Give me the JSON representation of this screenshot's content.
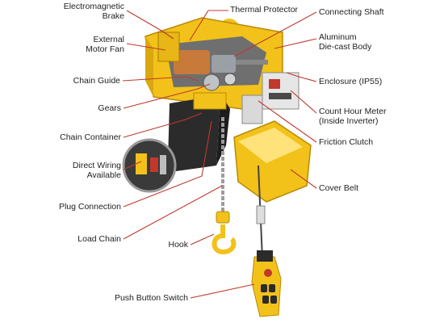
{
  "colors": {
    "leader": "#c0392b",
    "hoist_yellow": "#f2c21a",
    "hoist_dark": "#2b2b2b",
    "metal": "#9aa0a6",
    "copper": "#c87a3a"
  },
  "labels": {
    "electromagnetic_brake": "Electromagnetic\nBrake",
    "external_motor_fan": "External\nMotor Fan",
    "chain_guide": "Chain Guide",
    "gears": "Gears",
    "chain_container": "Chain Container",
    "direct_wiring": "Direct Wiring\nAvailable",
    "plug_connection": "Plug Connection",
    "load_chain": "Load Chain",
    "hook": "Hook",
    "push_button_switch": "Push Button Switch",
    "thermal_protector": "Thermal Protector",
    "connecting_shaft": "Connecting Shaft",
    "aluminum_body": "Aluminum\nDie-cast Body",
    "enclosure": "Enclosure (IP55)",
    "count_hour_meter": "Count Hour Meter\n(Inside Inverter)",
    "friction_clutch": "Friction Clutch",
    "cover_belt": "Cover Belt"
  }
}
